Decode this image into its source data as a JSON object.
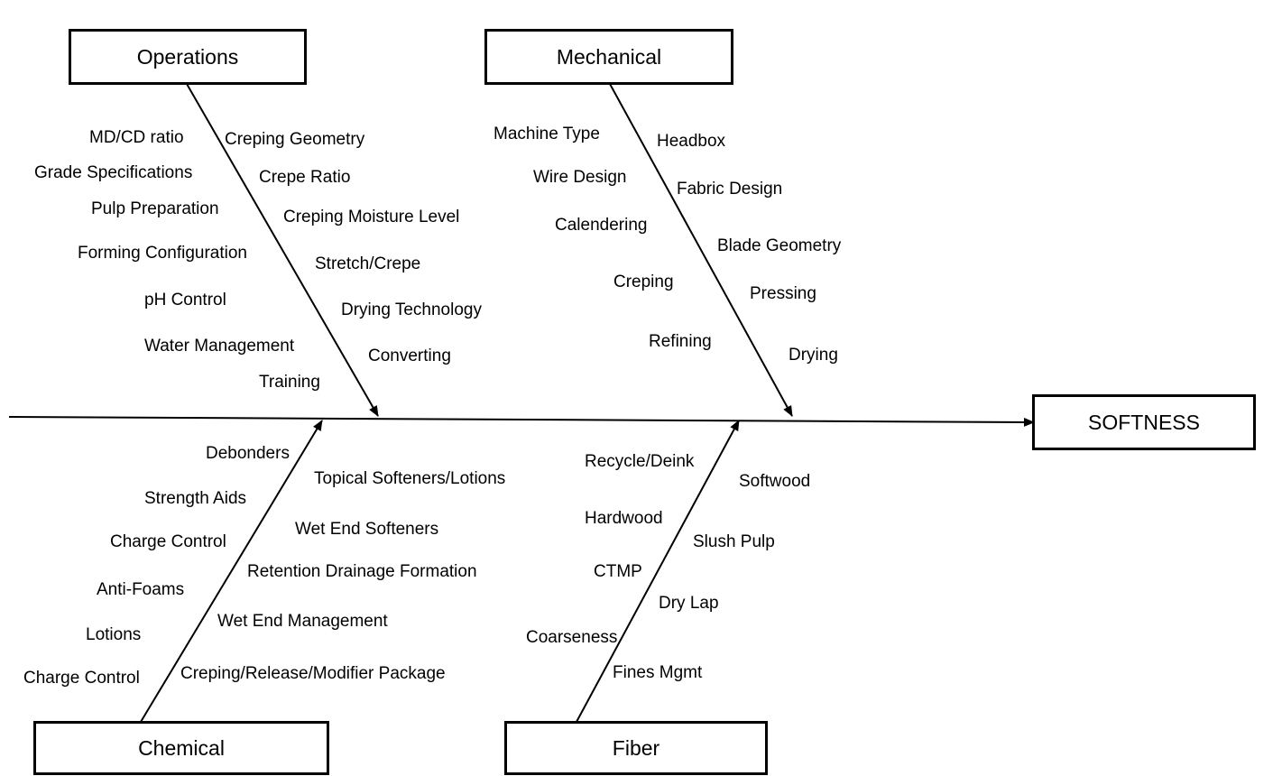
{
  "effect": "SOFTNESS",
  "categories": {
    "operations": {
      "label": "Operations",
      "left_causes": [
        "MD/CD ratio",
        "Grade Specifications",
        "Pulp Preparation",
        "Forming Configuration",
        "pH Control",
        "Water Management",
        "Training"
      ],
      "right_causes": [
        "Creping Geometry",
        "Crepe Ratio",
        "Creping Moisture Level",
        "Stretch/Crepe",
        "Drying Technology",
        "Converting"
      ]
    },
    "mechanical": {
      "label": "Mechanical",
      "left_causes": [
        "Machine Type",
        "Wire Design",
        "Calendering",
        "Creping",
        "Refining"
      ],
      "right_causes": [
        "Headbox",
        "Fabric Design",
        "Blade Geometry",
        "Pressing",
        "Drying"
      ]
    },
    "chemical": {
      "label": "Chemical",
      "left_causes": [
        "Debonders",
        "Strength Aids",
        "Charge Control",
        "Anti-Foams",
        "Lotions",
        "Charge Control"
      ],
      "right_causes": [
        "Topical Softeners/Lotions",
        "Wet End Softeners",
        "Retention Drainage Formation",
        "Wet End Management",
        "Creping/Release/Modifier Package"
      ]
    },
    "fiber": {
      "label": "Fiber",
      "left_causes": [
        "Recycle/Deink",
        "Hardwood",
        "CTMP",
        "Coarseness"
      ],
      "right_causes": [
        "Softwood",
        "Slush Pulp",
        "Dry Lap",
        "Fines Mgmt"
      ]
    }
  }
}
